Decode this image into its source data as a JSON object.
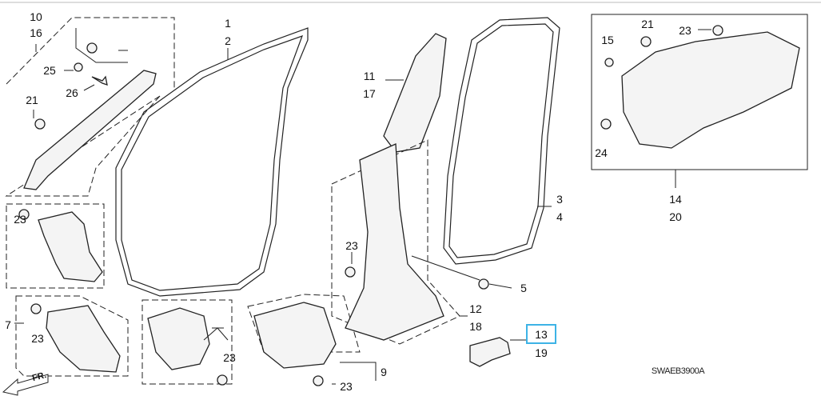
{
  "diagram_code": "SWAEB3900A",
  "direction_label": "FR.",
  "highlight_color": "#3db3e6",
  "callouts": {
    "c10": "10",
    "c16": "16",
    "c1": "1",
    "c2": "2",
    "c11": "11",
    "c17": "17",
    "c21a": "21",
    "c23a": "23",
    "c15": "15",
    "c25": "25",
    "c26": "26",
    "c21b": "21",
    "c24": "24",
    "c3": "3",
    "c4": "4",
    "c14": "14",
    "c20": "20",
    "c23b": "23",
    "c23c": "23",
    "c5": "5",
    "c12": "12",
    "c18": "18",
    "c7": "7",
    "c23d": "23",
    "c13": "13",
    "c19": "19",
    "c23e": "23",
    "c9": "9",
    "c23f": "23"
  }
}
